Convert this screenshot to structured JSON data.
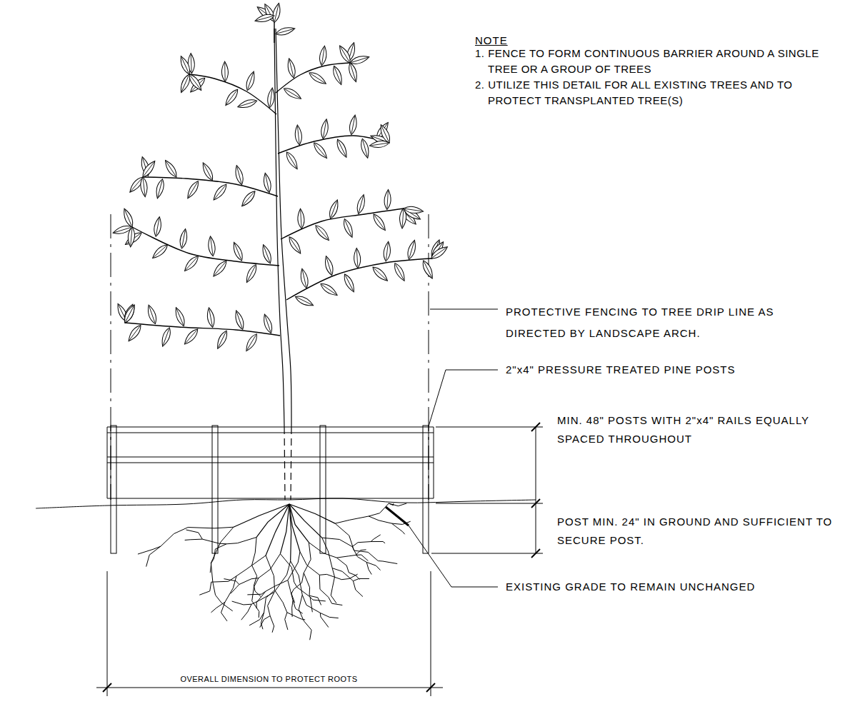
{
  "diagram": {
    "labels": [
      "NOTE",
      "1. FENCE TO FORM CONTINUOUS BARRIER AROUND A SINGLE TREE OR A GROUP OF TREES",
      "2. UTILIZE THIS DETAIL FOR ALL EXISTING TREES AND TO PROTECT TRANSPLANTED TREE(S)",
      "PROTECTIVE FENCING TO TREE DRIP LINE AS DIRECTED BY LANDSCAPE ARCH.",
      "2\"x4\" PRESSURE TREATED PINE POSTS",
      "MIN. 48\" POSTS WITH 2\"x4\" RAILS EQUALLY SPACED THROUGHOUT",
      "POST MIN. 24\" IN GROUND AND SUFFICIENT TO SECURE POST.",
      "EXISTING GRADE TO REMAIN UNCHANGED",
      "OVERALL DIMENSION TO PROTECT ROOTS"
    ]
  }
}
